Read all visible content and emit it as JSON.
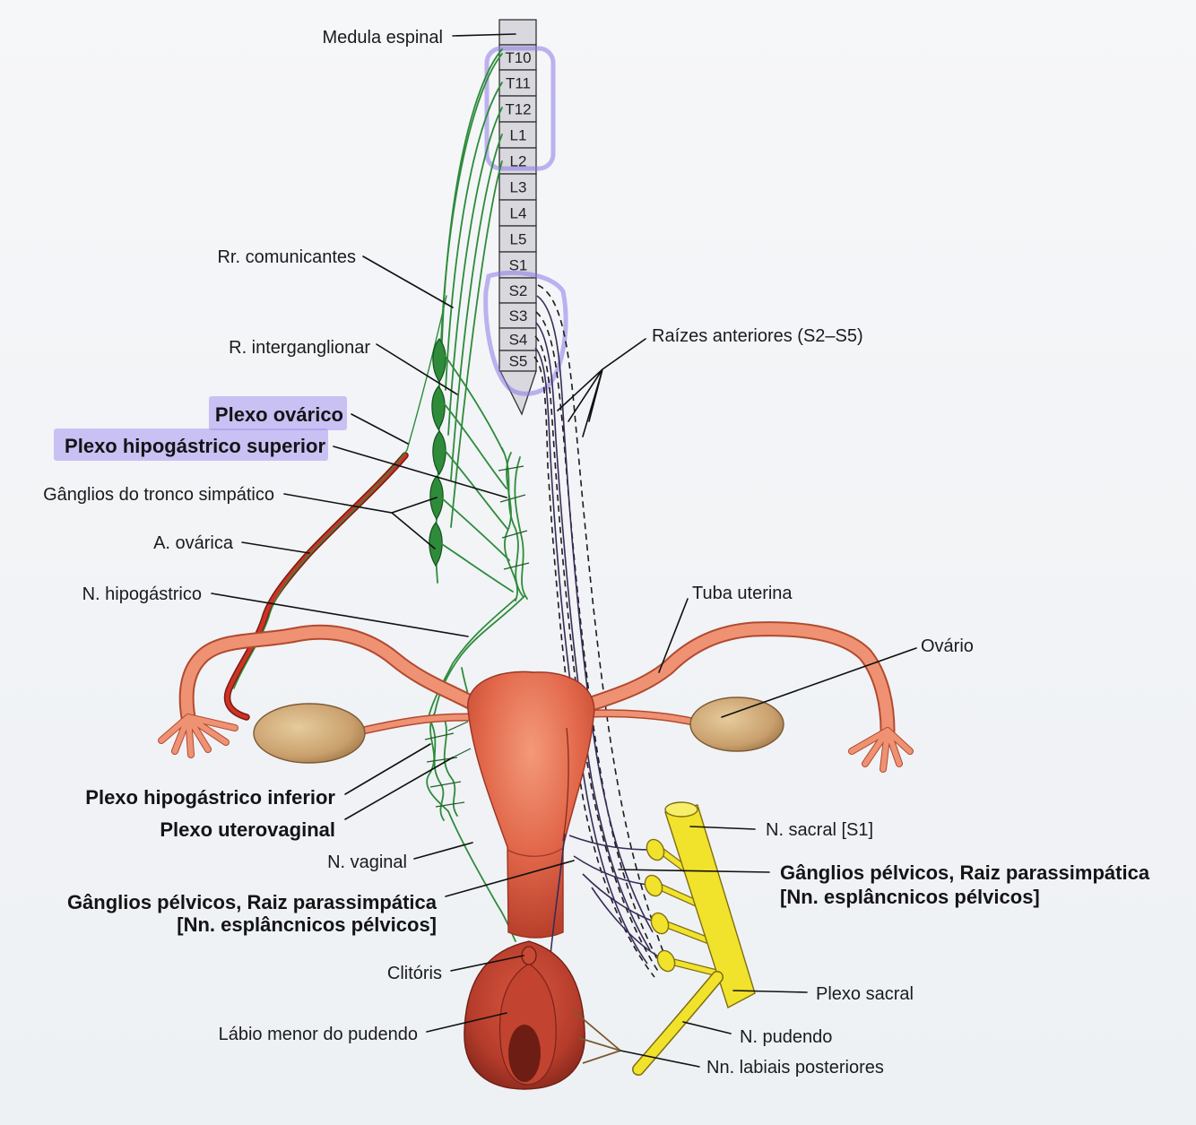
{
  "labels": {
    "spinal_cord": "Medula espinal",
    "communicating_rami": "Rr. comunicantes",
    "interganglionic_ramus": "R. interganglionar",
    "ovarian_plexus": "Plexo ovárico",
    "superior_hypogastric_plexus": "Plexo hipogástrico superior",
    "sympathetic_trunk_ganglia": "Gânglios do tronco simpático",
    "ovarian_artery": "A. ovárica",
    "hypogastric_nerve": "N. hipogástrico",
    "anterior_roots": "Raízes anteriores (S2–S5)",
    "uterine_tube": "Tuba uterina",
    "ovary": "Ovário",
    "inferior_hypogastric_plexus": "Plexo hipogástrico inferior",
    "uterovaginal_plexus": "Plexo uterovaginal",
    "vaginal_nerve": "N. vaginal",
    "pelvic_ganglia_left": [
      "Gânglios pélvicos, Raiz parassimpática",
      "[Nn. esplâncnicos pélvicos]"
    ],
    "sacral_nerve": "N. sacral [S1]",
    "pelvic_ganglia_right": [
      "Gânglios pélvicos, Raiz parassimpática",
      "[Nn. esplâncnicos pélvicos]"
    ],
    "clitoris": "Clitóris",
    "labium_minus": "Lábio menor do pudendo",
    "sacral_plexus": "Plexo sacral",
    "pudendal_nerve": "N. pudendo",
    "posterior_labial_nerves": "Nn. labiais posteriores"
  },
  "spine_segments": [
    "T10",
    "T11",
    "T12",
    "L1",
    "L2",
    "L3",
    "L4",
    "L5",
    "S1",
    "S2",
    "S3",
    "S4",
    "S5"
  ],
  "colors": {
    "sympathetic": "#2e8b3a",
    "artery": "#cc3226",
    "uterus": "#e2674a",
    "ovary": "#c9a06d",
    "sacral_plexus": "#f1e22c",
    "highlighter": "#9a86ea",
    "spine_segment": "#d9d8de"
  }
}
